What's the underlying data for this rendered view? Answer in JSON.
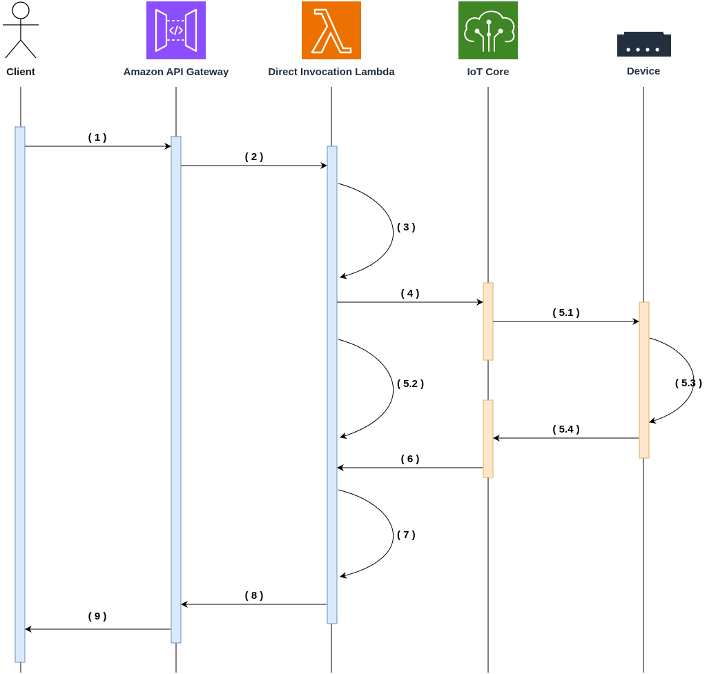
{
  "participants": {
    "client": {
      "label": "Client"
    },
    "api_gateway": {
      "label": "Amazon API Gateway",
      "icon": "api-gateway-icon",
      "color": "#8c4fff"
    },
    "lambda": {
      "label": "Direct Invocation Lambda",
      "icon": "lambda-icon",
      "color": "#ed7100"
    },
    "iot_core": {
      "label": "IoT Core",
      "icon": "iot-core-icon",
      "color": "#3f8624"
    },
    "device": {
      "label": "Device",
      "icon": "device-icon",
      "color": "#232f3e"
    }
  },
  "steps": {
    "s1": "( 1 )",
    "s2": "( 2 )",
    "s3": "( 3 )",
    "s4": "( 4 )",
    "s5_1": "( 5.1 )",
    "s5_2": "( 5.2 )",
    "s5_3": "( 5.3 )",
    "s5_4": "( 5.4 )",
    "s6": "( 6 )",
    "s7": "( 7 )",
    "s8": "( 8 )",
    "s9": "( 9 )"
  },
  "colors": {
    "activation_blue_fill": "#dae8fc",
    "activation_blue_stroke": "#6c8ebf",
    "activation_orange_fill": "#ffe6cc",
    "activation_orange_stroke": "#d6b656"
  }
}
